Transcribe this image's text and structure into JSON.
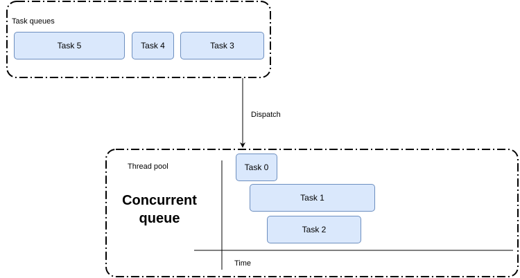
{
  "colors": {
    "task_fill": "#dae8fc",
    "task_stroke": "#6c8ebf",
    "line": "#000000",
    "background": "#ffffff"
  },
  "task_queues": {
    "label": "Task queues",
    "tasks": [
      "Task 5",
      "Task 4",
      "Task 3"
    ]
  },
  "dispatch_label": "Dispatch",
  "concurrent": {
    "thread_pool_label": "Thread pool",
    "title_line1": "Concurrent",
    "title_line2": "queue",
    "time_label": "Time",
    "tasks": [
      "Task 0",
      "Task 1",
      "Task 2"
    ]
  }
}
